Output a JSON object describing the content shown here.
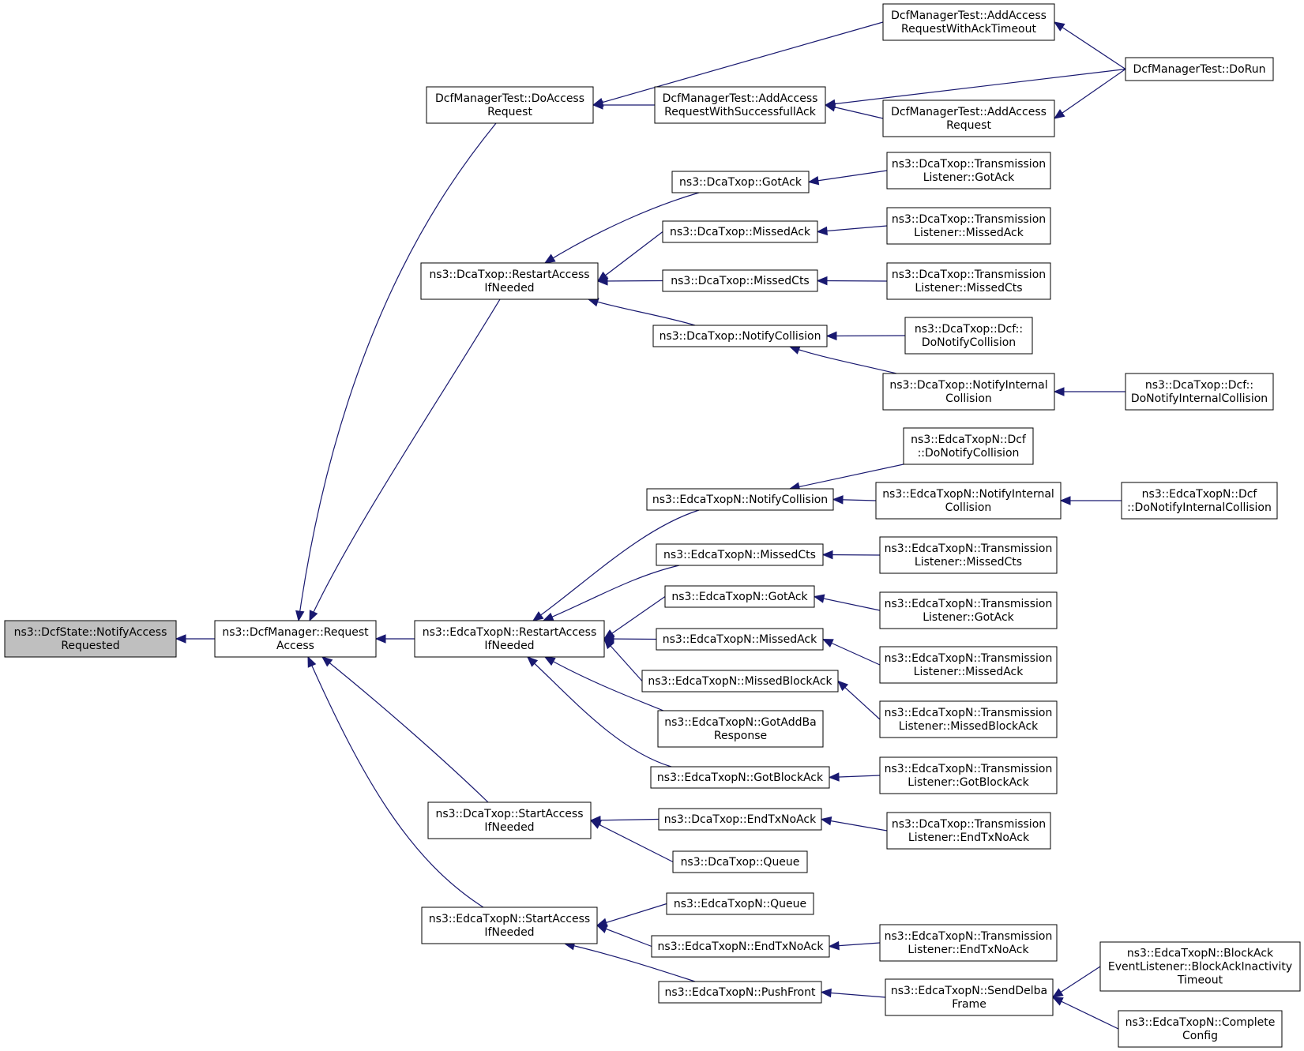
{
  "colors": {
    "edge": "#191970",
    "root_fill": "#bfbfbf",
    "node_fill": "#ffffff",
    "node_border": "#000000"
  },
  "nodes": [
    {
      "id": "root",
      "lines": [
        "ns3::DcfState::NotifyAccess",
        "Requested"
      ],
      "highlighted": true
    },
    {
      "id": "dcfmgr_req",
      "lines": [
        "ns3::DcfManager::Request",
        "Access"
      ]
    },
    {
      "id": "t_doaccess",
      "lines": [
        "DcfManagerTest::DoAccess",
        "Request"
      ]
    },
    {
      "id": "dca_restart",
      "lines": [
        "ns3::DcaTxop::RestartAccess",
        "IfNeeded"
      ]
    },
    {
      "id": "edca_restart",
      "lines": [
        "ns3::EdcaTxopN::RestartAccess",
        "IfNeeded"
      ]
    },
    {
      "id": "dca_start",
      "lines": [
        "ns3::DcaTxop::StartAccess",
        "IfNeeded"
      ]
    },
    {
      "id": "edca_start",
      "lines": [
        "ns3::EdcaTxopN::StartAccess",
        "IfNeeded"
      ]
    },
    {
      "id": "t_addsucc",
      "lines": [
        "DcfManagerTest::AddAccess",
        "RequestWithSuccessfullAck"
      ]
    },
    {
      "id": "t_addtimeout",
      "lines": [
        "DcfManagerTest::AddAccess",
        "RequestWithAckTimeout"
      ]
    },
    {
      "id": "t_addreq",
      "lines": [
        "DcfManagerTest::AddAccess",
        "Request"
      ]
    },
    {
      "id": "t_dorun",
      "lines": [
        "DcfManagerTest::DoRun"
      ]
    },
    {
      "id": "dca_gotack",
      "lines": [
        "ns3::DcaTxop::GotAck"
      ]
    },
    {
      "id": "dca_missedack",
      "lines": [
        "ns3::DcaTxop::MissedAck"
      ]
    },
    {
      "id": "dca_missedcts",
      "lines": [
        "ns3::DcaTxop::MissedCts"
      ]
    },
    {
      "id": "dca_notifycoll",
      "lines": [
        "ns3::DcaTxop::NotifyCollision"
      ]
    },
    {
      "id": "dca_tl_gotack",
      "lines": [
        "ns3::DcaTxop::Transmission",
        "Listener::GotAck"
      ]
    },
    {
      "id": "dca_tl_missedack",
      "lines": [
        "ns3::DcaTxop::Transmission",
        "Listener::MissedAck"
      ]
    },
    {
      "id": "dca_tl_missedcts",
      "lines": [
        "ns3::DcaTxop::Transmission",
        "Listener::MissedCts"
      ]
    },
    {
      "id": "dca_dcf_donotify",
      "lines": [
        "ns3::DcaTxop::Dcf::",
        "DoNotifyCollision"
      ]
    },
    {
      "id": "dca_notifyinternal",
      "lines": [
        "ns3::DcaTxop::NotifyInternal",
        "Collision"
      ]
    },
    {
      "id": "dca_dcf_donotifyint",
      "lines": [
        "ns3::DcaTxop::Dcf::",
        "DoNotifyInternalCollision"
      ]
    },
    {
      "id": "edca_dcf_donotify",
      "lines": [
        "ns3::EdcaTxopN::Dcf",
        "::DoNotifyCollision"
      ]
    },
    {
      "id": "edca_notifycoll",
      "lines": [
        "ns3::EdcaTxopN::NotifyCollision"
      ]
    },
    {
      "id": "edca_notifyinternal",
      "lines": [
        "ns3::EdcaTxopN::NotifyInternal",
        "Collision"
      ]
    },
    {
      "id": "edca_dcf_donotifyint",
      "lines": [
        "ns3::EdcaTxopN::Dcf",
        "::DoNotifyInternalCollision"
      ]
    },
    {
      "id": "edca_missedcts",
      "lines": [
        "ns3::EdcaTxopN::MissedCts"
      ]
    },
    {
      "id": "edca_tl_missedcts",
      "lines": [
        "ns3::EdcaTxopN::Transmission",
        "Listener::MissedCts"
      ]
    },
    {
      "id": "edca_gotack",
      "lines": [
        "ns3::EdcaTxopN::GotAck"
      ]
    },
    {
      "id": "edca_tl_gotack",
      "lines": [
        "ns3::EdcaTxopN::Transmission",
        "Listener::GotAck"
      ]
    },
    {
      "id": "edca_missedack",
      "lines": [
        "ns3::EdcaTxopN::MissedAck"
      ]
    },
    {
      "id": "edca_tl_missedack",
      "lines": [
        "ns3::EdcaTxopN::Transmission",
        "Listener::MissedAck"
      ]
    },
    {
      "id": "edca_missedblockack",
      "lines": [
        "ns3::EdcaTxopN::MissedBlockAck"
      ]
    },
    {
      "id": "edca_tl_missedblockack",
      "lines": [
        "ns3::EdcaTxopN::Transmission",
        "Listener::MissedBlockAck"
      ]
    },
    {
      "id": "edca_gotaddba",
      "lines": [
        "ns3::EdcaTxopN::GotAddBa",
        "Response"
      ]
    },
    {
      "id": "edca_gotblockack",
      "lines": [
        "ns3::EdcaTxopN::GotBlockAck"
      ]
    },
    {
      "id": "edca_tl_gotblockack",
      "lines": [
        "ns3::EdcaTxopN::Transmission",
        "Listener::GotBlockAck"
      ]
    },
    {
      "id": "dca_endtxnoack",
      "lines": [
        "ns3::DcaTxop::EndTxNoAck"
      ]
    },
    {
      "id": "dca_tl_endtxnoack",
      "lines": [
        "ns3::DcaTxop::Transmission",
        "Listener::EndTxNoAck"
      ]
    },
    {
      "id": "dca_queue",
      "lines": [
        "ns3::DcaTxop::Queue"
      ]
    },
    {
      "id": "edca_queue",
      "lines": [
        "ns3::EdcaTxopN::Queue"
      ]
    },
    {
      "id": "edca_endtxnoack",
      "lines": [
        "ns3::EdcaTxopN::EndTxNoAck"
      ]
    },
    {
      "id": "edca_tl_endtxnoack",
      "lines": [
        "ns3::EdcaTxopN::Transmission",
        "Listener::EndTxNoAck"
      ]
    },
    {
      "id": "edca_pushfront",
      "lines": [
        "ns3::EdcaTxopN::PushFront"
      ]
    },
    {
      "id": "edca_senddelba",
      "lines": [
        "ns3::EdcaTxopN::SendDelba",
        "Frame"
      ]
    },
    {
      "id": "edca_ba_inactivity",
      "lines": [
        "ns3::EdcaTxopN::BlockAck",
        "EventListener::BlockAckInactivity",
        "Timeout"
      ]
    },
    {
      "id": "edca_completeconfig",
      "lines": [
        "ns3::EdcaTxopN::Complete",
        "Config"
      ]
    }
  ],
  "edges": [
    {
      "from": "dcfmgr_req",
      "to": "root"
    },
    {
      "from": "t_doaccess",
      "to": "dcfmgr_req"
    },
    {
      "from": "dca_restart",
      "to": "dcfmgr_req"
    },
    {
      "from": "edca_restart",
      "to": "dcfmgr_req"
    },
    {
      "from": "dca_start",
      "to": "dcfmgr_req"
    },
    {
      "from": "edca_start",
      "to": "dcfmgr_req"
    },
    {
      "from": "t_addtimeout",
      "to": "t_doaccess"
    },
    {
      "from": "t_addsucc",
      "to": "t_doaccess"
    },
    {
      "from": "t_dorun",
      "to": "t_addtimeout"
    },
    {
      "from": "t_dorun",
      "to": "t_addsucc"
    },
    {
      "from": "t_addreq",
      "to": "t_addsucc"
    },
    {
      "from": "t_dorun",
      "to": "t_addreq"
    },
    {
      "from": "dca_gotack",
      "to": "dca_restart"
    },
    {
      "from": "dca_missedack",
      "to": "dca_restart"
    },
    {
      "from": "dca_missedcts",
      "to": "dca_restart"
    },
    {
      "from": "dca_notifycoll",
      "to": "dca_restart"
    },
    {
      "from": "dca_tl_gotack",
      "to": "dca_gotack"
    },
    {
      "from": "dca_tl_missedack",
      "to": "dca_missedack"
    },
    {
      "from": "dca_tl_missedcts",
      "to": "dca_missedcts"
    },
    {
      "from": "dca_dcf_donotify",
      "to": "dca_notifycoll"
    },
    {
      "from": "dca_notifyinternal",
      "to": "dca_notifycoll"
    },
    {
      "from": "dca_dcf_donotifyint",
      "to": "dca_notifyinternal"
    },
    {
      "from": "edca_notifycoll",
      "to": "edca_restart"
    },
    {
      "from": "edca_missedcts",
      "to": "edca_restart"
    },
    {
      "from": "edca_gotack",
      "to": "edca_restart"
    },
    {
      "from": "edca_missedack",
      "to": "edca_restart"
    },
    {
      "from": "edca_missedblockack",
      "to": "edca_restart"
    },
    {
      "from": "edca_gotaddba",
      "to": "edca_restart"
    },
    {
      "from": "edca_gotblockack",
      "to": "edca_restart"
    },
    {
      "from": "edca_dcf_donotify",
      "to": "edca_notifycoll"
    },
    {
      "from": "edca_notifyinternal",
      "to": "edca_notifycoll"
    },
    {
      "from": "edca_dcf_donotifyint",
      "to": "edca_notifyinternal"
    },
    {
      "from": "edca_tl_missedcts",
      "to": "edca_missedcts"
    },
    {
      "from": "edca_tl_gotack",
      "to": "edca_gotack"
    },
    {
      "from": "edca_tl_missedack",
      "to": "edca_missedack"
    },
    {
      "from": "edca_tl_missedblockack",
      "to": "edca_missedblockack"
    },
    {
      "from": "edca_tl_gotblockack",
      "to": "edca_gotblockack"
    },
    {
      "from": "dca_endtxnoack",
      "to": "dca_start"
    },
    {
      "from": "dca_queue",
      "to": "dca_start"
    },
    {
      "from": "dca_tl_endtxnoack",
      "to": "dca_endtxnoack"
    },
    {
      "from": "edca_queue",
      "to": "edca_start"
    },
    {
      "from": "edca_endtxnoack",
      "to": "edca_start"
    },
    {
      "from": "edca_pushfront",
      "to": "edca_start"
    },
    {
      "from": "edca_tl_endtxnoack",
      "to": "edca_endtxnoack"
    },
    {
      "from": "edca_senddelba",
      "to": "edca_pushfront"
    },
    {
      "from": "edca_ba_inactivity",
      "to": "edca_senddelba"
    },
    {
      "from": "edca_completeconfig",
      "to": "edca_senddelba"
    }
  ]
}
